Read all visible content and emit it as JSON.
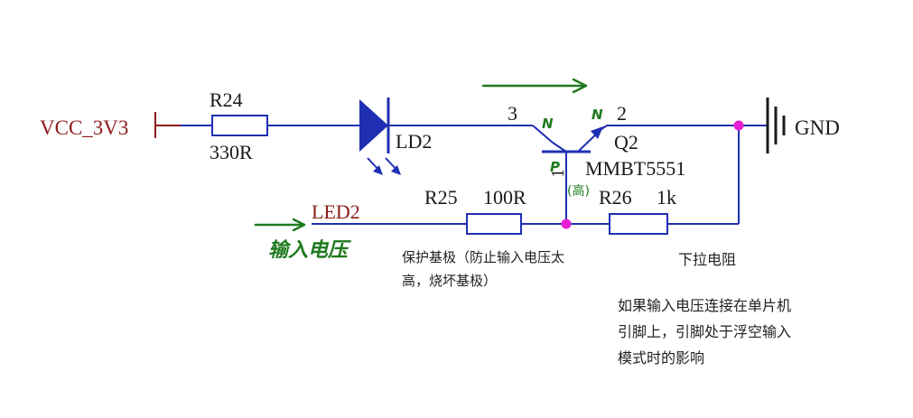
{
  "colors": {
    "wire": "#1f2fb3",
    "component": "#1f2fb3",
    "label": "#1a1a1a",
    "power": "#8b1a1a",
    "junction": "#e61fd4",
    "pen": "#1e7a1e"
  },
  "power": {
    "vcc_label": "VCC_3V3",
    "gnd_label": "GND"
  },
  "components": {
    "r24": {
      "ref": "R24",
      "value": "330R"
    },
    "ld2": {
      "ref": "LD2"
    },
    "q2": {
      "ref": "Q2",
      "part": "MMBT5551",
      "pin3": "3",
      "pin2": "2",
      "pin1": "1"
    },
    "r25": {
      "ref": "R25",
      "value": "100R"
    },
    "r26": {
      "ref": "R26",
      "value": "1k"
    }
  },
  "nets": {
    "led2": "LED2"
  },
  "handwriting": {
    "n_left": "N",
    "n_right": "N",
    "p_base": "P",
    "base_high": "(高)",
    "input_voltage": "输入电压"
  },
  "notes": {
    "r25_purpose_line1": "保护基极（防止输入电压太",
    "r25_purpose_line2": "高，烧坏基极）",
    "r26_purpose": "下拉电阻",
    "floating_line1": "如果输入电压连接在单片机",
    "floating_line2": "引脚上，引脚处于浮空输入",
    "floating_line3": "模式时的影响"
  }
}
